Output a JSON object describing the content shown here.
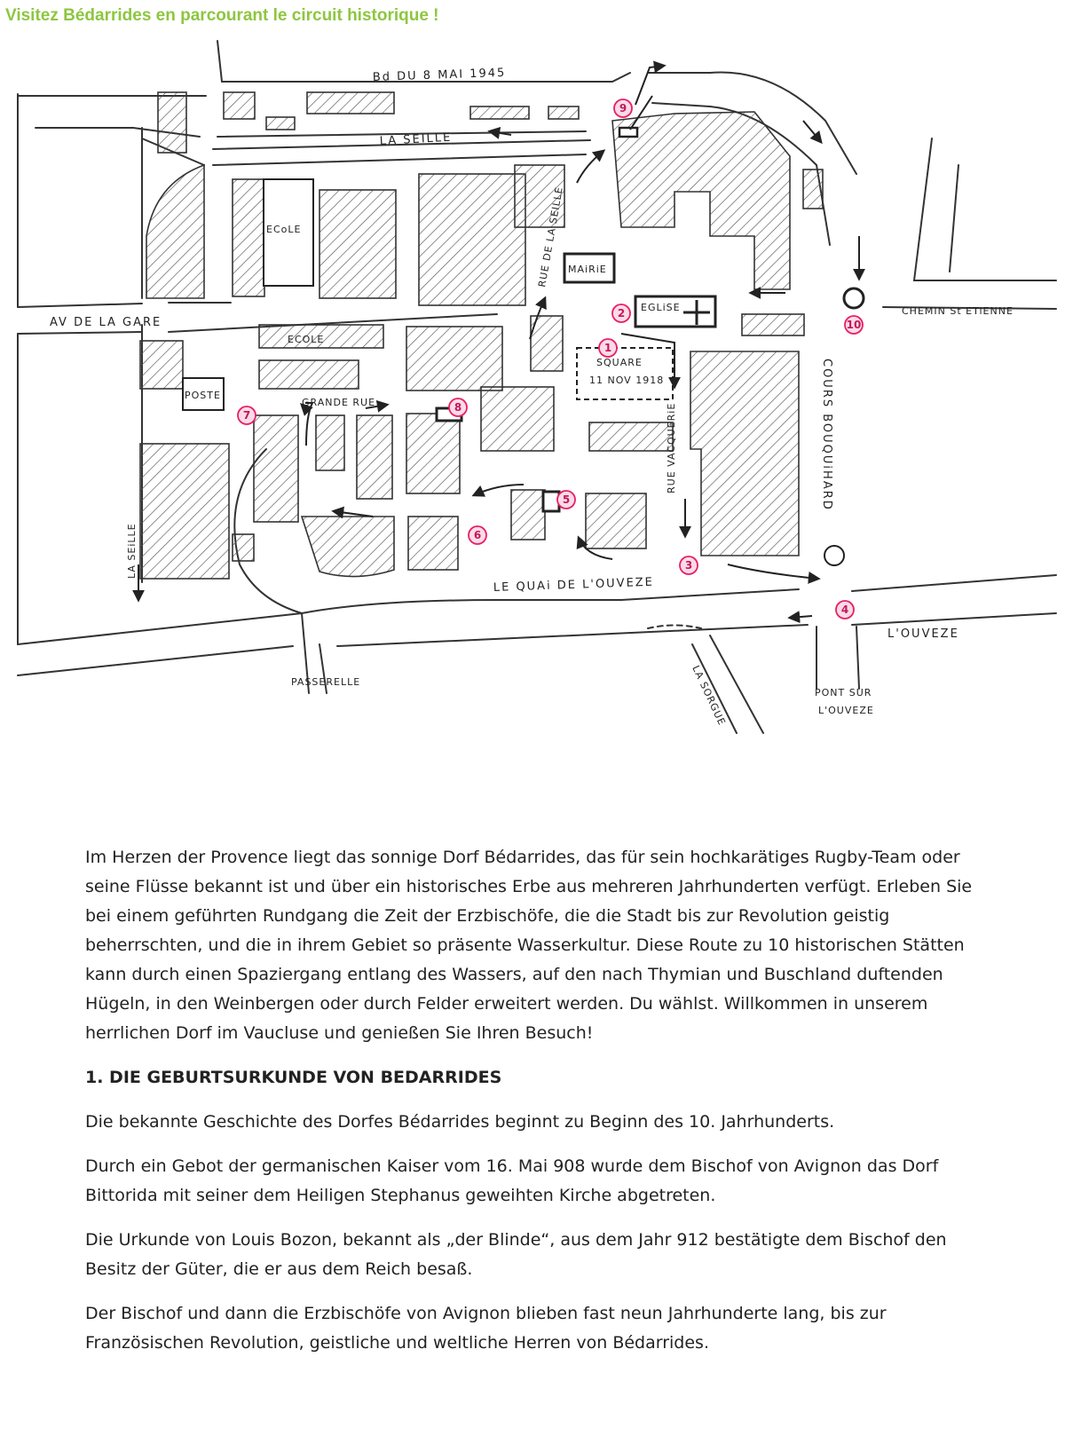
{
  "page": {
    "title": "Visitez Bédarrides en parcourant le circuit historique !",
    "title_color": "#8dc63f"
  },
  "map": {
    "marker_color": "#e91e63",
    "streets": {
      "bd_8_mai": "Bd DU 8 MAI 1945",
      "la_seille_top": "LA SEILLE",
      "av_gare": "AV DE LA GARE",
      "chemin_st_etienne": "CHEMIN St ETiENNE",
      "cours_bouquihard": "COURS BOUQUiHARD",
      "rue_de_la_seille": "RUE DE LA SEILLE",
      "rue_vacquerie": "RUE VACQUERiE",
      "grande_rue": "GRANDE RUE",
      "quai_ouveze": "LE QUAi DE L'OUVEZE",
      "la_seille_left": "LA SEiLLE",
      "l_ouveze": "L'OUVEZE",
      "la_sorgue": "LA SORGUE",
      "passerelle": "PASSERELLE",
      "pont_line1": "PONT SUR",
      "pont_line2": "L'OUVEZE"
    },
    "buildings": {
      "ecole1": "ECoLE",
      "ecole2": "ECOLE",
      "mairie": "MAiRiE",
      "eglise": "EGLiSE",
      "poste": "POSTE",
      "square_line1": "SQUARE",
      "square_line2": "11 NOV 1918"
    },
    "markers": [
      "1",
      "2",
      "3",
      "4",
      "5",
      "6",
      "7",
      "8",
      "9",
      "10"
    ]
  },
  "article": {
    "intro": "Im Herzen der Provence liegt das sonnige Dorf Bédarrides, das für sein hochkarätiges Rugby-Team oder seine Flüsse bekannt ist und über ein historisches Erbe aus mehreren Jahrhunderten verfügt. Erleben Sie bei einem geführten Rundgang die Zeit der Erzbischöfe, die die Stadt bis zur Revolution geistig beherrschten, und die in ihrem Gebiet so präsente Wasserkultur. Diese Route zu 10 historischen Stätten kann durch einen Spaziergang entlang des Wassers, auf den nach Thymian und Buschland duftenden Hügeln, in den Weinbergen oder durch Felder erweitert werden. Du wählst. Willkommen in unserem herrlichen Dorf im Vaucluse und genießen Sie Ihren Besuch!",
    "section_heading": "1. DIE GEBURTSURKUNDE VON BEDARRIDES",
    "paragraphs": [
      "Die bekannte Geschichte des Dorfes Bédarrides beginnt zu Beginn des 10. Jahrhunderts.",
      "Durch ein Gebot der germanischen Kaiser vom 16. Mai 908 wurde dem Bischof von Avignon das Dorf Bittorida mit seiner dem Heiligen Stephanus geweihten Kirche abgetreten.",
      "Die Urkunde von Louis Bozon, bekannt als „der Blinde“, aus dem Jahr 912 bestätigte dem Bischof den Besitz der Güter, die er aus dem Reich besaß.",
      "Der Bischof und dann die Erzbischöfe von Avignon blieben fast neun Jahrhunderte lang, bis zur Französischen Revolution, geistliche und weltliche Herren von Bédarrides."
    ]
  }
}
